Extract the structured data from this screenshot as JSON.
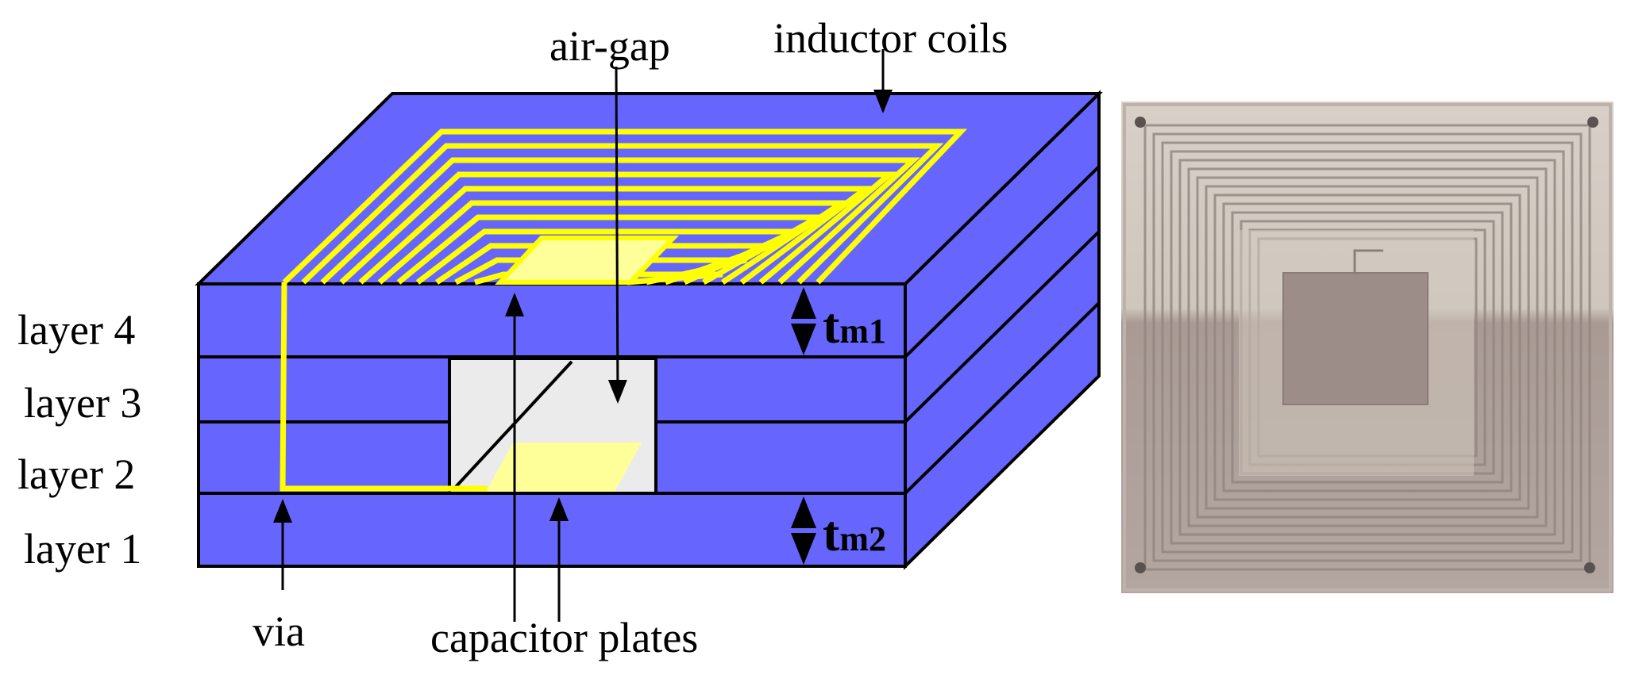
{
  "labels": {
    "air_gap": "air-gap",
    "inductor_coils": "inductor coils",
    "layer_4": "layer 4",
    "layer_3": "layer 3",
    "layer_2": "layer 2",
    "layer_1": "layer 1",
    "via": "via",
    "capacitor_plates": "capacitor plates"
  },
  "thickness": {
    "tm1_main": "t",
    "tm1_sub": "m1",
    "tm2_main": "t",
    "tm2_sub": "m2"
  },
  "colors": {
    "substrate": "#6666FF",
    "coil": "#FFFF00",
    "plate": "#FFFF99",
    "air_gap": "#EBEBEB",
    "outline": "#000000"
  }
}
